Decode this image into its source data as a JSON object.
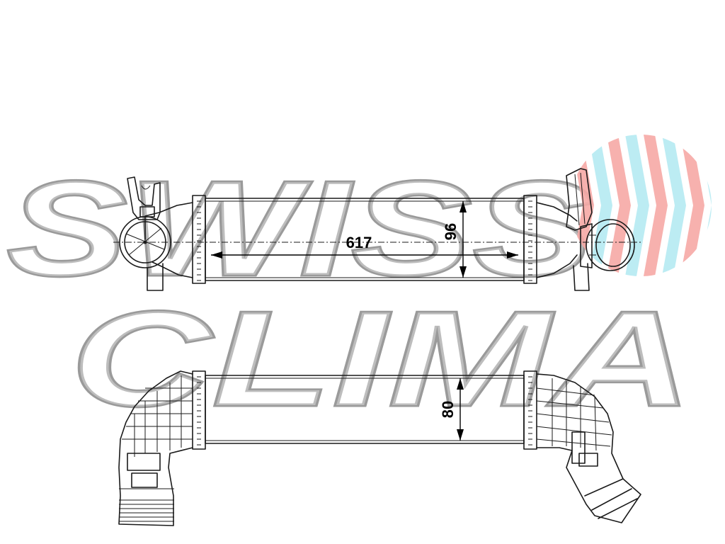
{
  "watermark": {
    "line1": "SWISS",
    "line2": "CLIMA",
    "logo_colors": {
      "red": "#f7a9a6",
      "cyan": "#b5eaf2"
    }
  },
  "dimensions": {
    "length": "617",
    "width": "96",
    "depth": "80"
  },
  "colors": {
    "drawing": "#1a1a1a",
    "watermark_outline": "#9a9a9a"
  }
}
